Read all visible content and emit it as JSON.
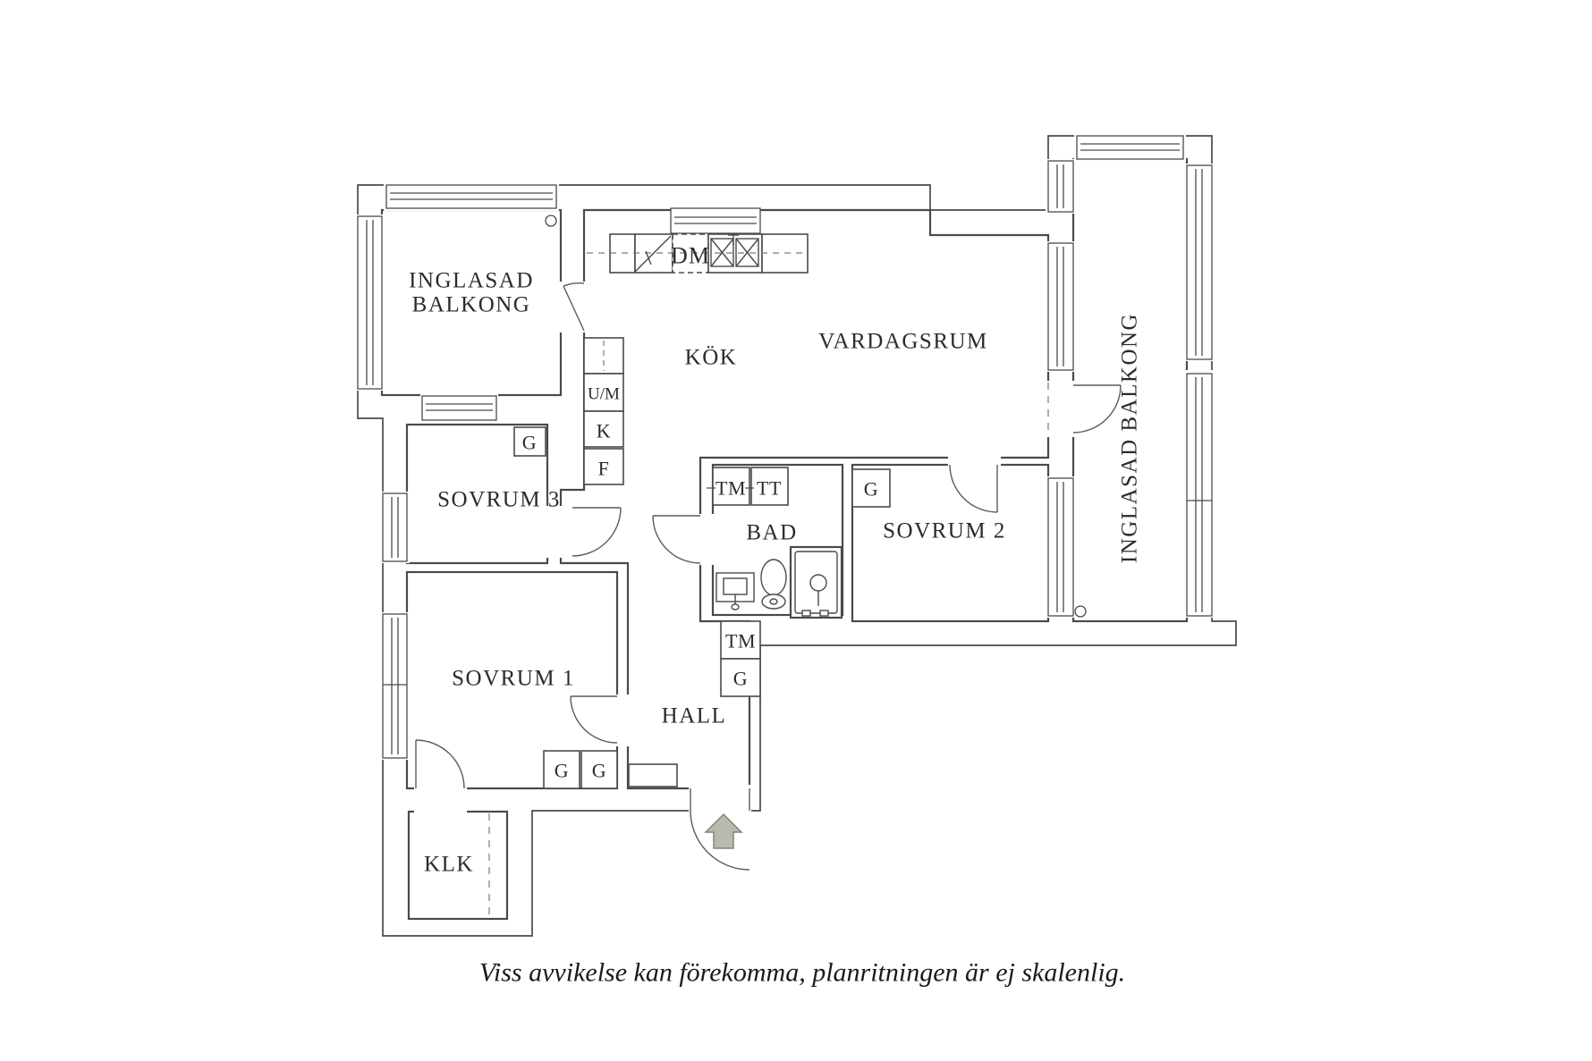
{
  "plan": {
    "rooms": {
      "balcony_left_line1": "INGLASAD",
      "balcony_left_line2": "BALKONG",
      "kitchen": "KÖK",
      "living_room": "VARDAGSRUM",
      "balcony_right": "INGLASAD BALKONG",
      "bedroom3": "SOVRUM 3",
      "bedroom1": "SOVRUM 1",
      "bedroom2": "SOVRUM 2",
      "bathroom": "BAD",
      "hall": "HALL",
      "closet": "KLK"
    },
    "appliances": {
      "dishwasher": "DM",
      "tall_cabinet": "U/M",
      "fridge": "K",
      "freezer": "F",
      "wardrobe_bedroom3": "G",
      "washer_bathroom": "TM",
      "dryer_bathroom": "TT",
      "wardrobe_bedroom2": "G",
      "washer_hall": "TM",
      "wardrobe_hall": "G",
      "wardrobe1_bedroom1": "G",
      "wardrobe2_bedroom1": "G"
    },
    "caption": "Viss avvikelse kan förekomma, planritningen är ej skalenlig.",
    "colors": {
      "wall_line": "#4a4a4a",
      "text": "#2b2b2b",
      "arrow_fill": "#b9b9ae",
      "arrow_stroke": "#84847a"
    }
  }
}
